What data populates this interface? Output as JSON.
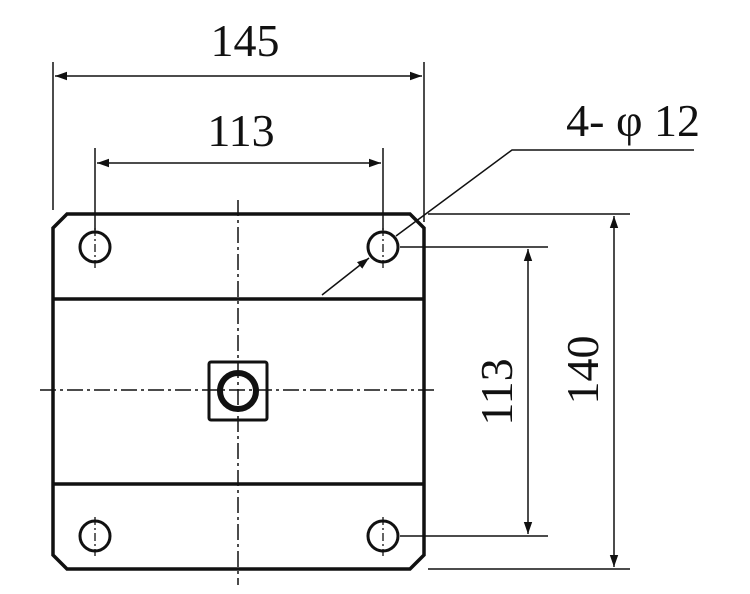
{
  "drawing": {
    "dims": {
      "overall_width": "145",
      "hole_spacing_x": "113",
      "hole_spacing_y": "113",
      "overall_height": "140",
      "hole_callout": "4- φ 12"
    }
  }
}
